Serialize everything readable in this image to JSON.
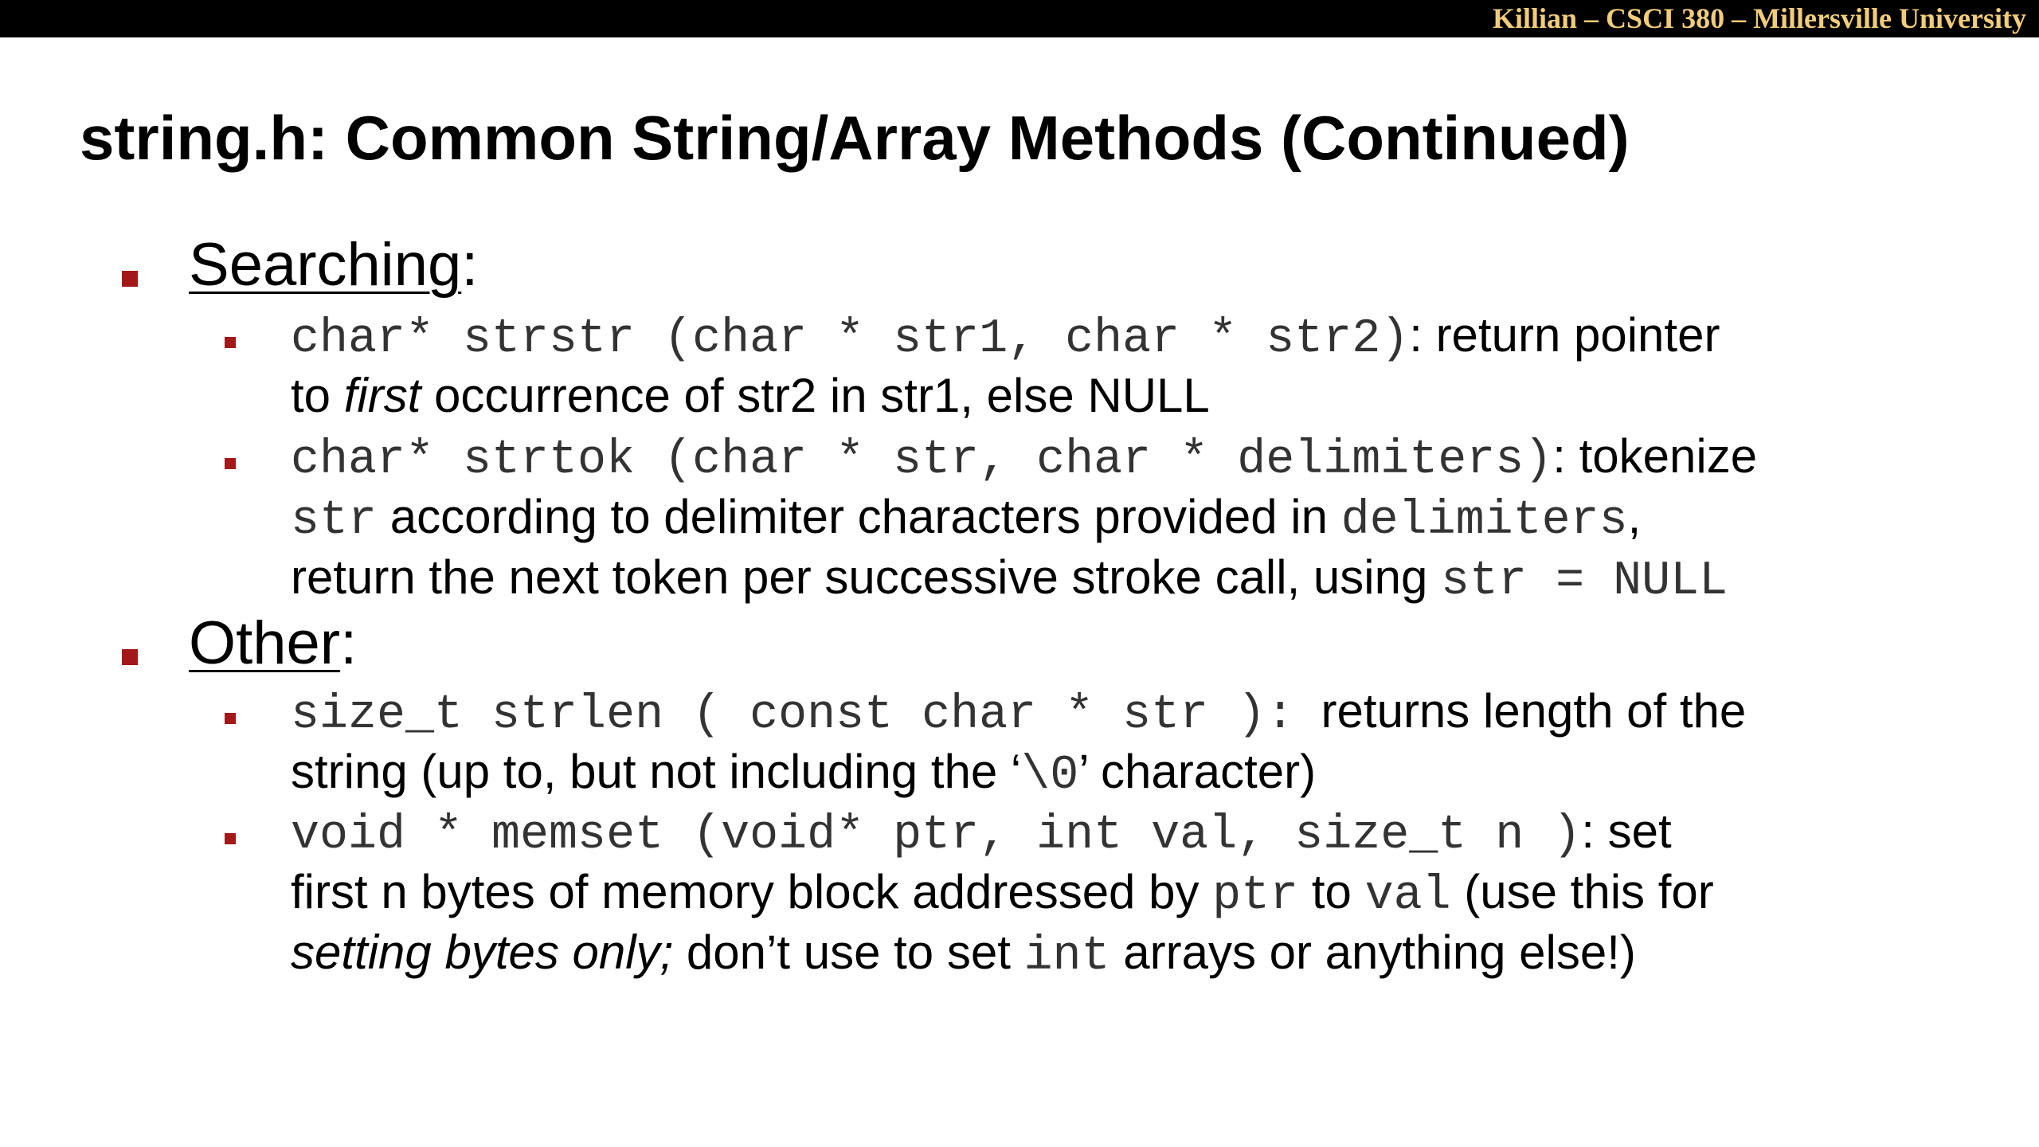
{
  "header": {
    "course": "Killian – CSCI 380 – Millersville University"
  },
  "title": "string.h: Common String/Array Methods (Continued)",
  "sections": [
    {
      "heading": "Searching",
      "colon": ":",
      "items": [
        {
          "code": "char* strstr (char * str1, char * str2)",
          "t1": ": return pointer",
          "t2a": "to ",
          "t2b": "first",
          "t2c": " occurrence of str2 in str1, else NULL"
        },
        {
          "code": "char* strtok (char * str, char * delimiters)",
          "t1": ": tokenize",
          "code2": "str",
          "t2": " according to delimiter characters provided in ",
          "code3": "delimiters",
          "t3": ",",
          "t4": "return the next token per successive stroke call, using ",
          "code4": "str = NULL"
        }
      ]
    },
    {
      "heading": "Other",
      "colon": ":",
      "items": [
        {
          "code": "size_t strlen ( const char * str ):",
          "t1": "  returns length of the",
          "t2": "string (up to, but not including the ‘",
          "code2": "\\0",
          "t3": "’ character)"
        },
        {
          "code": "void * memset (void* ptr, int val, size_t n )",
          "t1": ": set",
          "t2": "first n bytes of memory block addressed by ",
          "code2": "ptr",
          "t3": " to ",
          "code3": "val",
          "t4": " (use this for",
          "t5": "setting bytes only;",
          "t6": " don’t use to set ",
          "code4": "int",
          "t7": " arrays or anything else!)"
        }
      ]
    }
  ],
  "colors": {
    "top_bar": "#000000",
    "header_text": "#f1cc7a",
    "bullet": "#a31818"
  }
}
